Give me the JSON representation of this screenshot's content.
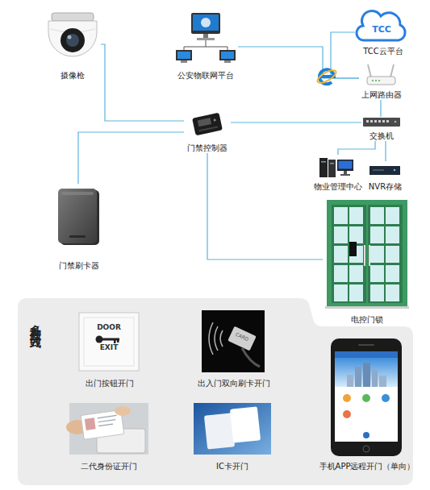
{
  "diagram": {
    "nodes": [
      {
        "text": [
          "摄像枪"
        ]
      },
      {
        "text": [
          "公安物联网平台"
        ]
      },
      {
        "text": [
          "TCC云平台"
        ]
      },
      {
        "text": [
          "上网路由器"
        ]
      },
      {
        "text": [
          "门禁控制器"
        ]
      },
      {
        "text": [
          "交换机"
        ]
      },
      {
        "text": [
          "物业管理中心"
        ]
      },
      {
        "text": [
          "NVR存储"
        ]
      },
      {
        "text": [
          "门禁刷卡器"
        ]
      },
      {
        "text": [
          "电控门锁"
        ]
      },
      {
        "text": [
          "多种开门方式"
        ]
      },
      {
        "text": [
          "出门按钮开门"
        ],
        "in": 10
      },
      {
        "text": [
          "出入门双向刷卡开门"
        ],
        "in": 10
      },
      {
        "text": [
          "二代身份证开门"
        ],
        "in": 10
      },
      {
        "text": [
          "IC卡开门"
        ],
        "in": 10
      },
      {
        "text": [
          "手机APP远程开门（单向）"
        ],
        "in": 10
      }
    ],
    "edges": [
      {
        "from": 0,
        "to": 4,
        "arrow": "none"
      },
      {
        "from": 1,
        "to": 3,
        "arrow": "none"
      },
      {
        "from": 2,
        "to": 3,
        "arrow": "none"
      },
      {
        "from": 3,
        "to": 5,
        "arrow": "none"
      },
      {
        "from": 4,
        "to": 5,
        "arrow": "none"
      },
      {
        "from": 5,
        "to": 6,
        "arrow": "none"
      },
      {
        "from": 5,
        "to": 7,
        "arrow": "none"
      },
      {
        "from": 4,
        "to": 8,
        "arrow": "none"
      },
      {
        "from": 4,
        "to": 9,
        "arrow": "none"
      }
    ],
    "labels": [
      "TCC",
      "DOOR",
      "EXIT",
      "CARD"
    ]
  }
}
